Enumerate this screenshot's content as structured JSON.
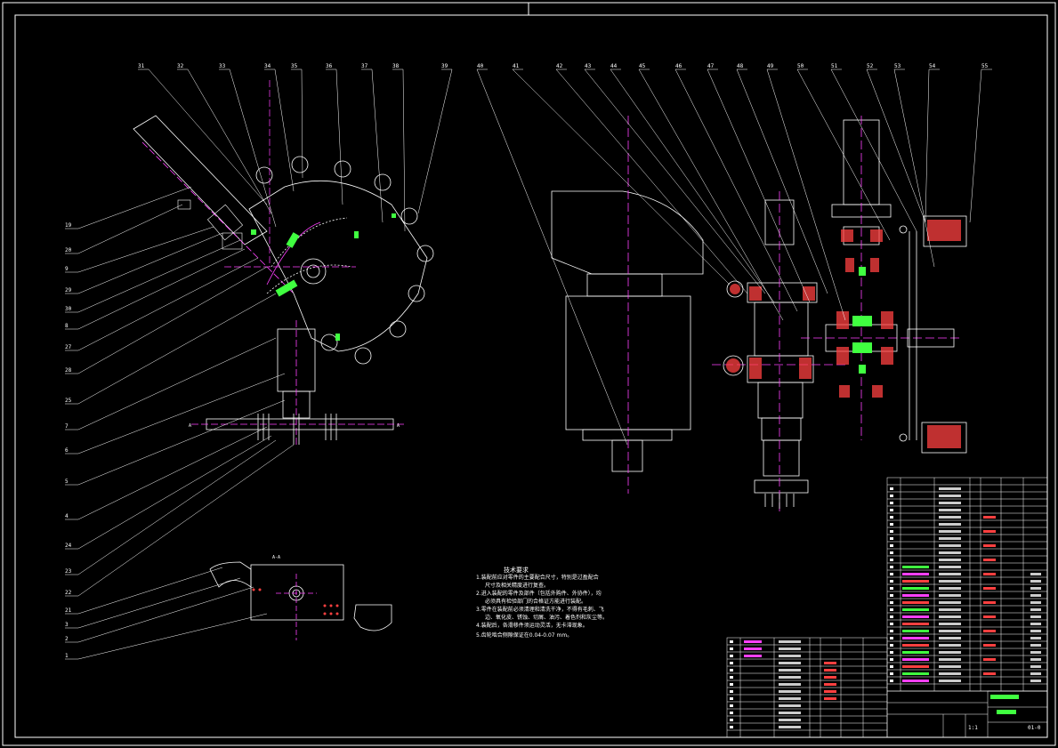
{
  "drawing": {
    "section_label": "A-A",
    "section_marker": "A"
  },
  "top_callouts": [
    "31",
    "32",
    "33",
    "34",
    "35",
    "36",
    "37",
    "38",
    "39",
    "40",
    "41",
    "42",
    "43",
    "44",
    "45",
    "46",
    "47",
    "48",
    "49",
    "50",
    "51",
    "52",
    "53",
    "54",
    "55"
  ],
  "left_callouts": [
    "19",
    "20",
    "9",
    "29",
    "30",
    "8",
    "27",
    "28",
    "25",
    "7",
    "6",
    "5",
    "4",
    "24",
    "23",
    "22",
    "21",
    "3",
    "2",
    "1"
  ],
  "technical_requirements": {
    "title": "技术要求",
    "items": [
      "1.装配前应对零件的主要配合尺寸，特别是过盈配合",
      "尺寸及相关精度进行复查。",
      "2.进入装配的零件及部件（包括外购件、外协件），均",
      "必须具有检验部门的合格证方能进行装配。",
      "3.零件在装配前必须清理和清洗干净，不得有毛刺、飞",
      "边、氧化皮、锈蚀、切屑、油污、着色剂和灰尘等。",
      "4.装配后，各滑移件须运动灵活，无卡滞现象。",
      "5.齿轮啮合侧隙保证在0.04-0.07 mm。"
    ]
  },
  "title_block": {
    "scale": "1:1",
    "drawing_no": "01-0"
  }
}
